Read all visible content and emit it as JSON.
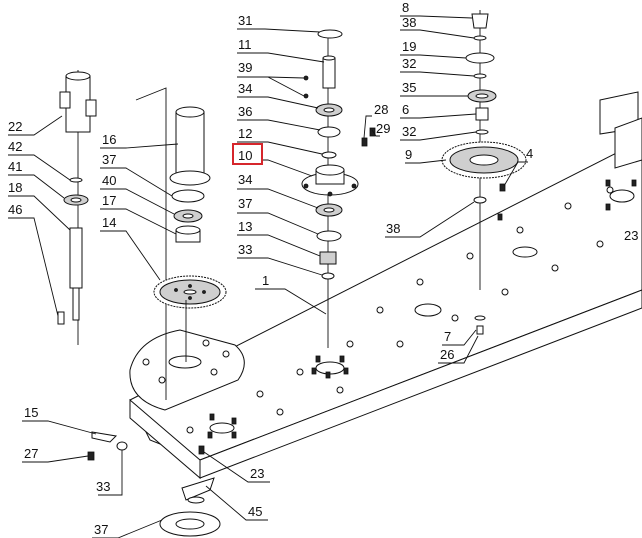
{
  "diagram": {
    "highlighted_label": "10",
    "accent_color": "#d6262c",
    "labels": [
      {
        "id": "l31",
        "text": "31"
      },
      {
        "id": "l11",
        "text": "11"
      },
      {
        "id": "l39",
        "text": "39"
      },
      {
        "id": "l34a",
        "text": "34"
      },
      {
        "id": "l36",
        "text": "36"
      },
      {
        "id": "l12",
        "text": "12"
      },
      {
        "id": "l10",
        "text": "10"
      },
      {
        "id": "l34b",
        "text": "34"
      },
      {
        "id": "l37a",
        "text": "37"
      },
      {
        "id": "l13",
        "text": "13"
      },
      {
        "id": "l33a",
        "text": "33"
      },
      {
        "id": "l28",
        "text": "28"
      },
      {
        "id": "l29",
        "text": "29"
      },
      {
        "id": "l8",
        "text": "8"
      },
      {
        "id": "l38a",
        "text": "38"
      },
      {
        "id": "l19",
        "text": "19"
      },
      {
        "id": "l32a",
        "text": "32"
      },
      {
        "id": "l35",
        "text": "35"
      },
      {
        "id": "l6",
        "text": "6"
      },
      {
        "id": "l32b",
        "text": "32"
      },
      {
        "id": "l9",
        "text": "9"
      },
      {
        "id": "l4",
        "text": "4"
      },
      {
        "id": "l38b",
        "text": "38"
      },
      {
        "id": "l23a",
        "text": "23"
      },
      {
        "id": "l22",
        "text": "22"
      },
      {
        "id": "l42",
        "text": "42"
      },
      {
        "id": "l41",
        "text": "41"
      },
      {
        "id": "l18",
        "text": "18"
      },
      {
        "id": "l46",
        "text": "46"
      },
      {
        "id": "l16",
        "text": "16"
      },
      {
        "id": "l37b",
        "text": "37"
      },
      {
        "id": "l40",
        "text": "40"
      },
      {
        "id": "l17",
        "text": "17"
      },
      {
        "id": "l14",
        "text": "14"
      },
      {
        "id": "l1",
        "text": "1"
      },
      {
        "id": "l7",
        "text": "7"
      },
      {
        "id": "l26",
        "text": "26"
      },
      {
        "id": "l15",
        "text": "15"
      },
      {
        "id": "l27",
        "text": "27"
      },
      {
        "id": "l33b",
        "text": "33"
      },
      {
        "id": "l23b",
        "text": "23"
      },
      {
        "id": "l45",
        "text": "45"
      },
      {
        "id": "l37c",
        "text": "37"
      }
    ]
  }
}
